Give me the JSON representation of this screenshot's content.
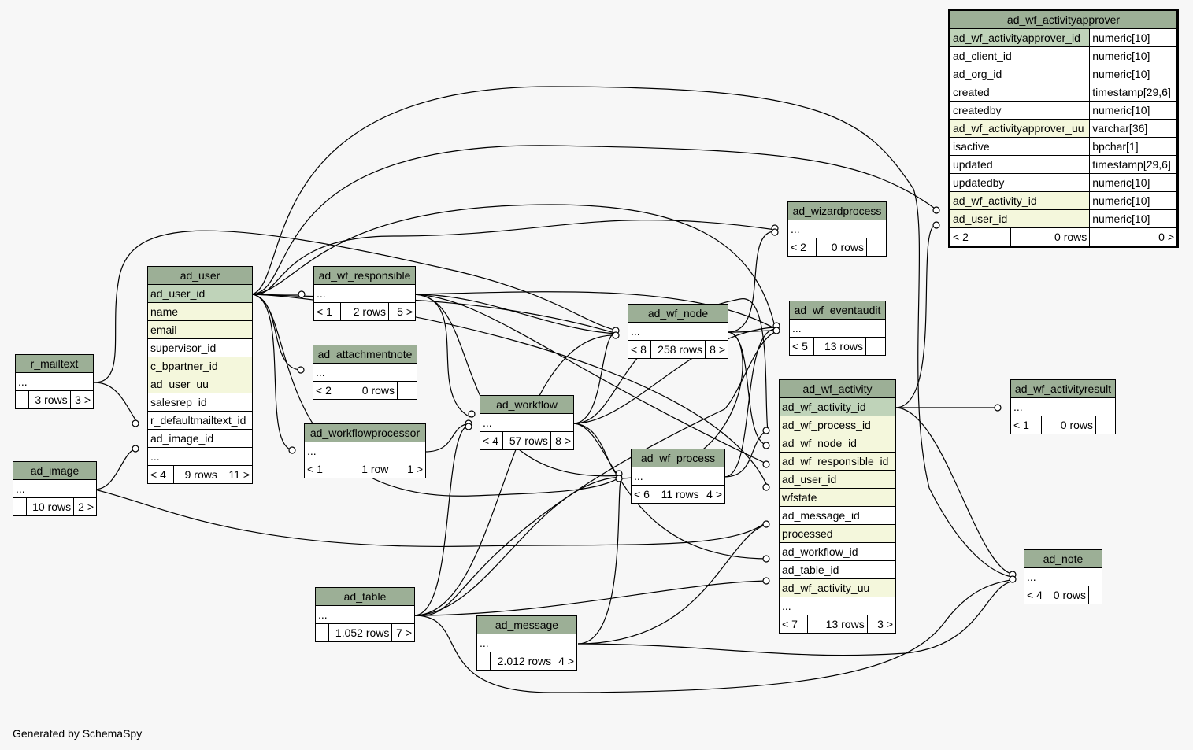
{
  "diagram": {
    "footer": "Generated by SchemaSpy",
    "colors": {
      "header": "#9caf96",
      "primary_key": "#bfd3b9",
      "foreign_key": "#f4f7dc",
      "background": "#f7f7f7"
    },
    "tables": {
      "ad_wf_activityapprover": {
        "name": "ad_wf_activityapprover",
        "columns": [
          {
            "name": "ad_wf_activityapprover_id",
            "type": "numeric[10]"
          },
          {
            "name": "ad_client_id",
            "type": "numeric[10]"
          },
          {
            "name": "ad_org_id",
            "type": "numeric[10]"
          },
          {
            "name": "created",
            "type": "timestamp[29,6]"
          },
          {
            "name": "createdby",
            "type": "numeric[10]"
          },
          {
            "name": "ad_wf_activityapprover_uu",
            "type": "varchar[36]"
          },
          {
            "name": "isactive",
            "type": "bpchar[1]"
          },
          {
            "name": "updated",
            "type": "timestamp[29,6]"
          },
          {
            "name": "updatedby",
            "type": "numeric[10]"
          },
          {
            "name": "ad_wf_activity_id",
            "type": "numeric[10]"
          },
          {
            "name": "ad_user_id",
            "type": "numeric[10]"
          }
        ],
        "parents": "< 2",
        "rows": "0 rows",
        "children": "0 >"
      },
      "ad_user": {
        "name": "ad_user",
        "columns": [
          "ad_user_id",
          "name",
          "email",
          "supervisor_id",
          "c_bpartner_id",
          "ad_user_uu",
          "salesrep_id",
          "r_defaultmailtext_id",
          "ad_image_id",
          "..."
        ],
        "parents": "< 4",
        "rows": "9 rows",
        "children": "11 >"
      },
      "ad_wf_activity": {
        "name": "ad_wf_activity",
        "columns": [
          "ad_wf_activity_id",
          "ad_wf_process_id",
          "ad_wf_node_id",
          "ad_wf_responsible_id",
          "ad_user_id",
          "wfstate",
          "ad_message_id",
          "processed",
          "ad_workflow_id",
          "ad_table_id",
          "ad_wf_activity_uu",
          "..."
        ],
        "parents": "< 7",
        "rows": "13 rows",
        "children": "3 >"
      },
      "r_mailtext": {
        "name": "r_mailtext",
        "ellipsis": "...",
        "parents": "",
        "rows": "3 rows",
        "children": "3 >"
      },
      "ad_image": {
        "name": "ad_image",
        "ellipsis": "...",
        "parents": "",
        "rows": "10 rows",
        "children": "2 >"
      },
      "ad_wf_responsible": {
        "name": "ad_wf_responsible",
        "ellipsis": "...",
        "parents": "< 1",
        "rows": "2 rows",
        "children": "5 >"
      },
      "ad_attachmentnote": {
        "name": "ad_attachmentnote",
        "ellipsis": "...",
        "parents": "< 2",
        "rows": "0 rows",
        "children": ""
      },
      "ad_workflowprocessor": {
        "name": "ad_workflowprocessor",
        "ellipsis": "...",
        "parents": "< 1",
        "rows": "1 row",
        "children": "1 >"
      },
      "ad_workflow": {
        "name": "ad_workflow",
        "ellipsis": "...",
        "parents": "< 4",
        "rows": "57 rows",
        "children": "8 >"
      },
      "ad_wf_node": {
        "name": "ad_wf_node",
        "ellipsis": "...",
        "parents": "< 8",
        "rows": "258 rows",
        "children": "8 >"
      },
      "ad_wf_process": {
        "name": "ad_wf_process",
        "ellipsis": "...",
        "parents": "< 6",
        "rows": "11 rows",
        "children": "4 >"
      },
      "ad_wizardprocess": {
        "name": "ad_wizardprocess",
        "ellipsis": "...",
        "parents": "< 2",
        "rows": "0 rows",
        "children": ""
      },
      "ad_wf_eventaudit": {
        "name": "ad_wf_eventaudit",
        "ellipsis": "...",
        "parents": "< 5",
        "rows": "13 rows",
        "children": ""
      },
      "ad_wf_activityresult": {
        "name": "ad_wf_activityresult",
        "ellipsis": "...",
        "parents": "< 1",
        "rows": "0 rows",
        "children": ""
      },
      "ad_note": {
        "name": "ad_note",
        "ellipsis": "...",
        "parents": "< 4",
        "rows": "0 rows",
        "children": ""
      },
      "ad_table": {
        "name": "ad_table",
        "ellipsis": "...",
        "parents": "",
        "rows": "1.052 rows",
        "children": "7 >"
      },
      "ad_message": {
        "name": "ad_message",
        "ellipsis": "...",
        "parents": "",
        "rows": "2.012 rows",
        "children": "4 >"
      }
    }
  }
}
